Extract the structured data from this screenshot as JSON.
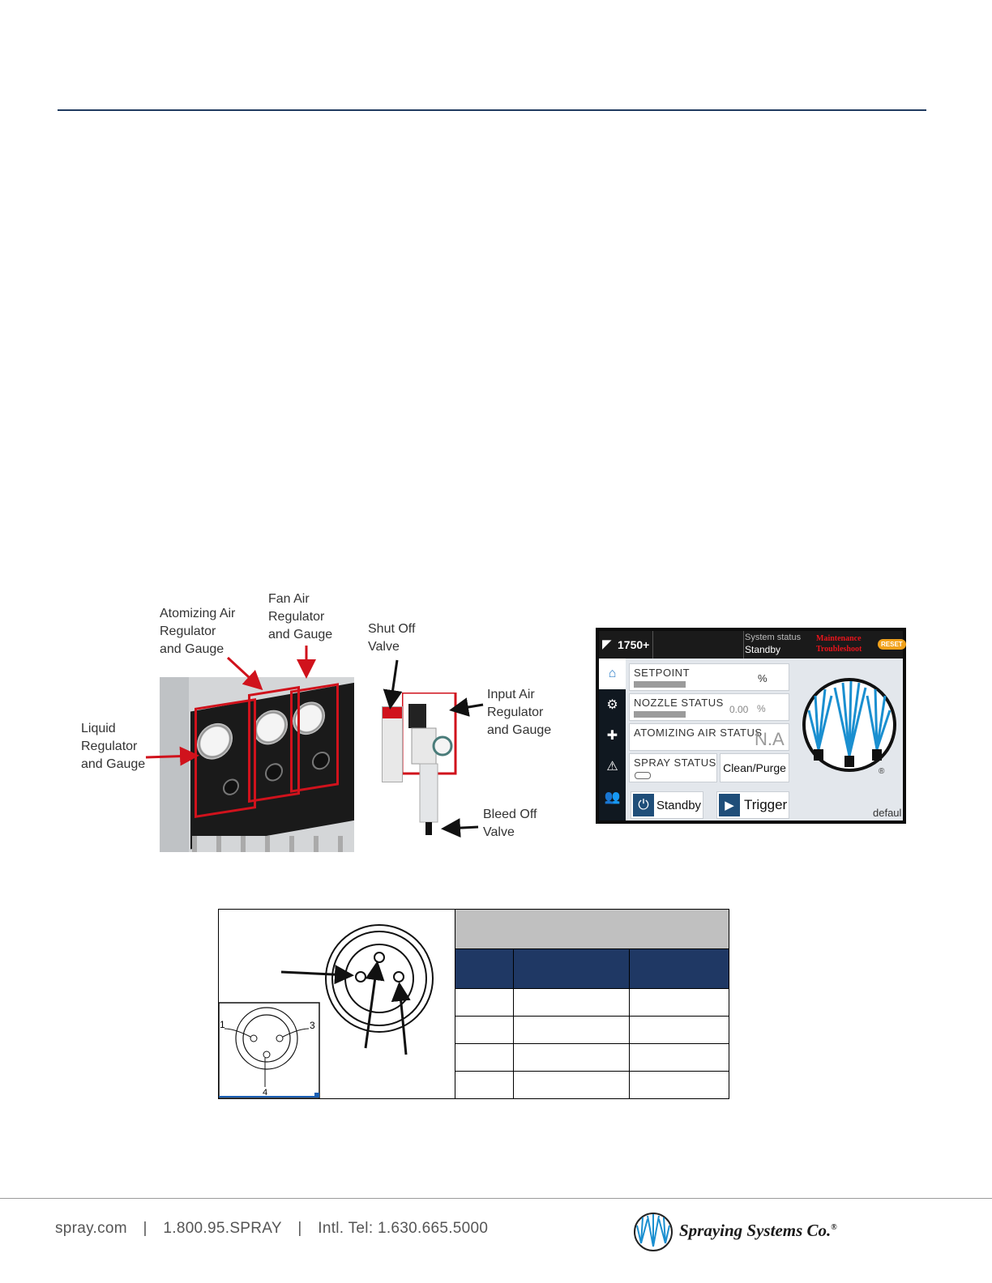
{
  "figure1": {
    "labels": {
      "atomizing": "Atomizing Air\nRegulator\nand Gauge",
      "fan": "Fan Air\nRegulator\nand Gauge",
      "shutoff": "Shut Off\nValve",
      "input": "Input Air\nRegulator\nand Gauge",
      "liquid": "Liquid\nRegulator\nand Gauge",
      "bleed": "Bleed Off\nValve"
    },
    "panel_title": "Spray Control System"
  },
  "hmi": {
    "flow": "1750+",
    "system_status_label": "System status",
    "system_status_value": "Standby",
    "alert_line1": "Maintenance",
    "alert_line2": "Troubleshoot",
    "reset": "RESET",
    "setpoint_label": "SETPOINT",
    "setpoint_unit": "%",
    "nozzle_label": "NOZZLE STATUS",
    "nozzle_value": "0.00",
    "nozzle_unit": "%",
    "atomizing_label": "ATOMIZING AIR STATUS",
    "atomizing_value": "N.A",
    "spray_label": "SPRAY STATUS",
    "clean_purge": "Clean/Purge",
    "standby_btn": "Standby",
    "trigger_btn": "Trigger",
    "profile": "defaul",
    "registered": "®"
  },
  "connector": {
    "pin1": "1",
    "pin3": "3",
    "pin4": "4"
  },
  "footer": {
    "website": "spray.com",
    "sep1": "|",
    "phone": "1.800.95.SPRAY",
    "sep2": "|",
    "intl": "Intl. Tel: 1.630.665.5000",
    "company": "Spraying Systems Co.",
    "trademark": "®"
  }
}
